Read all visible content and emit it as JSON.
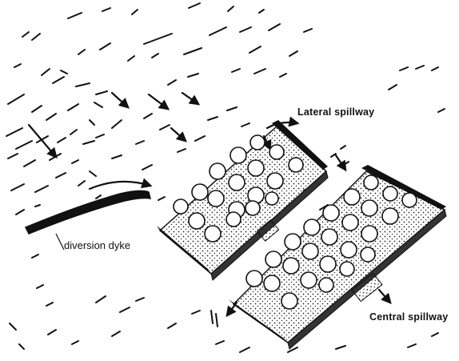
{
  "labels": {
    "lateral_spillway": "Lateral spillway",
    "central_spillway": "Central spillway",
    "diversion_dyke": "diversion dyke"
  }
}
